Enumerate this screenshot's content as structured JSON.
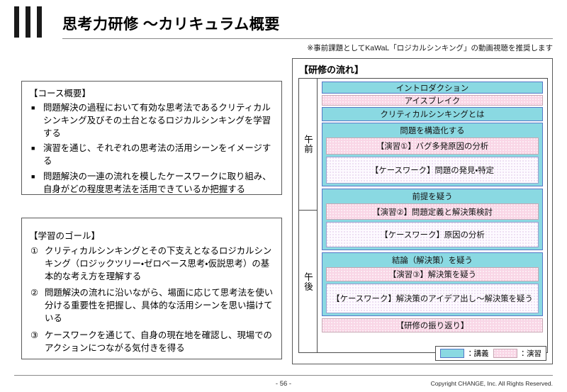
{
  "header": {
    "title": "思考力研修 ～カリキュラム概要",
    "note": "※事前課題としてKaWaL「ロジカルシンキング」の動画視聴を推奨します"
  },
  "course_overview": {
    "heading": "【コース概要】",
    "bullet_marker": "■",
    "items": [
      "問題解決の過程において有効な思考法であるクリティカルシンキング及びその土台となるロジカルシンキングを学習する",
      "演習を通じ、それぞれの思考法の活用シーンをイメージする",
      "問題解決の一連の流れを模したケースワークに取り組み、自身がどの程度思考法を活用できているか把握する"
    ]
  },
  "learning_goals": {
    "heading": "【学習のゴール】",
    "items": [
      {
        "marker": "①",
        "text": "クリティカルシンキングとその下支えとなるロジカルシンキング（ロジックツリー・ゼロベース思考・仮説思考）の基本的な考え方を理解する"
      },
      {
        "marker": "②",
        "text": "問題解決の流れに沿いながら、場面に応じて思考法を使い分ける重要性を把握し、具体的な活用シーンを思い描けている"
      },
      {
        "marker": "③",
        "text": "ケースワークを通じて、自身の現在地を確認し、現場でのアクションにつながる気付きを得る"
      }
    ]
  },
  "flow": {
    "heading": "【研修の流れ】",
    "periods": {
      "morning": "午前",
      "afternoon": "午後"
    },
    "morning_items": [
      {
        "kind": "lecture",
        "label": "イントロダクション"
      },
      {
        "kind": "exercise",
        "label": "アイスブレイク"
      },
      {
        "kind": "lecture",
        "label": "クリティカルシンキングとは"
      },
      {
        "kind": "group",
        "label": "問題を構造化する",
        "children": [
          {
            "kind": "exercise",
            "label": "【演習①】バグ多発原因の分析"
          },
          {
            "kind": "casework",
            "label": "【ケースワーク】問題の発見・特定"
          }
        ]
      }
    ],
    "afternoon_items": [
      {
        "kind": "group",
        "label": "前提を疑う",
        "children": [
          {
            "kind": "exercise",
            "label": "【演習②】問題定義と解決策検討"
          },
          {
            "kind": "casework",
            "label": "【ケースワーク】原因の分析"
          }
        ]
      },
      {
        "kind": "group",
        "label": "結論（解決策）を疑う",
        "children": [
          {
            "kind": "exercise",
            "label": "【演習③】解決策を疑う"
          },
          {
            "kind": "casework",
            "label": "【ケースワーク】解決策のアイデア出し～解決策を疑う"
          }
        ]
      },
      {
        "kind": "exercise",
        "label": "【研修の振り返り】"
      }
    ],
    "legend": [
      {
        "kind": "lecture",
        "label": "：講義"
      },
      {
        "kind": "exercise",
        "label": "：演習"
      }
    ]
  },
  "footer": {
    "page_number": "- 56 -",
    "copyright": "Copyright CHANGE, Inc. All Rights Reserved."
  },
  "colors": {
    "lecture": "#8ad9e2",
    "exercise": "#f9d6e6",
    "casework": "#fdfaff",
    "accent_bar": "#1a1a1a"
  }
}
